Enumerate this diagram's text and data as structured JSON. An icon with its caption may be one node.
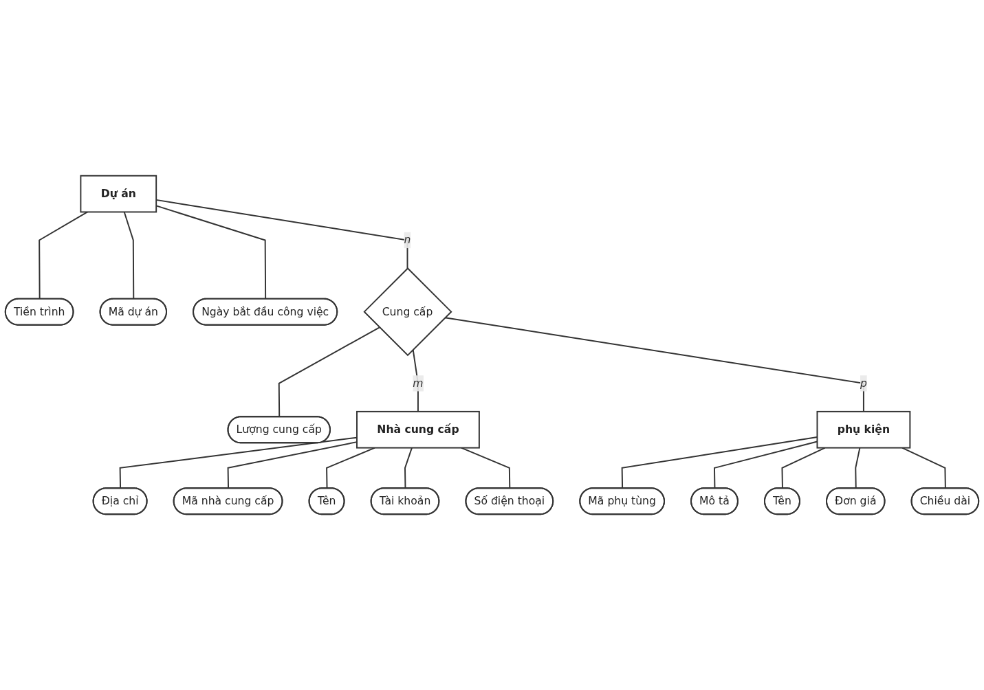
{
  "diagram": {
    "nodes": [
      {
        "text": [
          "Dự án"
        ]
      },
      {
        "text": [
          "Tiền trình"
        ]
      },
      {
        "text": [
          "Mã dự án"
        ]
      },
      {
        "text": [
          "Ngày bắt đầu công việc"
        ]
      },
      {
        "text": [
          "Lượng cung cấp"
        ]
      },
      {
        "text": [
          "Cung cấp"
        ]
      },
      {
        "text": [
          "Nhà cung cấp"
        ]
      },
      {
        "text": [
          "Địa chỉ"
        ]
      },
      {
        "text": [
          "Mã nhà cung cấp"
        ]
      },
      {
        "text": [
          "Tên"
        ]
      },
      {
        "text": [
          "Tài khoản"
        ]
      },
      {
        "text": [
          "Số điện thoại"
        ]
      },
      {
        "text": [
          "phụ kiện"
        ]
      },
      {
        "text": [
          "Mã phụ tùng"
        ]
      },
      {
        "text": [
          "Mô tả"
        ]
      },
      {
        "text": [
          "Tên"
        ]
      },
      {
        "text": [
          "Đơn giá"
        ]
      },
      {
        "text": [
          "Chiều dài"
        ]
      }
    ],
    "edges": [
      {
        "from": 0,
        "to": 1,
        "arrow": "none"
      },
      {
        "from": 0,
        "to": 2,
        "arrow": "none"
      },
      {
        "from": 0,
        "to": 3,
        "arrow": "none"
      },
      {
        "from": 0,
        "to": 5,
        "label": "n",
        "arrow": "none"
      },
      {
        "from": 5,
        "to": 4,
        "arrow": "none"
      },
      {
        "from": 5,
        "to": 6,
        "label": "m",
        "arrow": "none"
      },
      {
        "from": 6,
        "to": 7,
        "arrow": "none"
      },
      {
        "from": 6,
        "to": 8,
        "arrow": "none"
      },
      {
        "from": 6,
        "to": 9,
        "arrow": "none"
      },
      {
        "from": 6,
        "to": 10,
        "arrow": "none"
      },
      {
        "from": 6,
        "to": 11,
        "arrow": "none"
      },
      {
        "from": 5,
        "to": 12,
        "label": "p",
        "arrow": "none"
      },
      {
        "from": 12,
        "to": 13,
        "arrow": "none"
      },
      {
        "from": 12,
        "to": 14,
        "arrow": "none"
      },
      {
        "from": 12,
        "to": 15,
        "arrow": "none"
      },
      {
        "from": 12,
        "to": 16,
        "arrow": "none"
      },
      {
        "from": 12,
        "to": 17,
        "arrow": "none"
      }
    ]
  }
}
